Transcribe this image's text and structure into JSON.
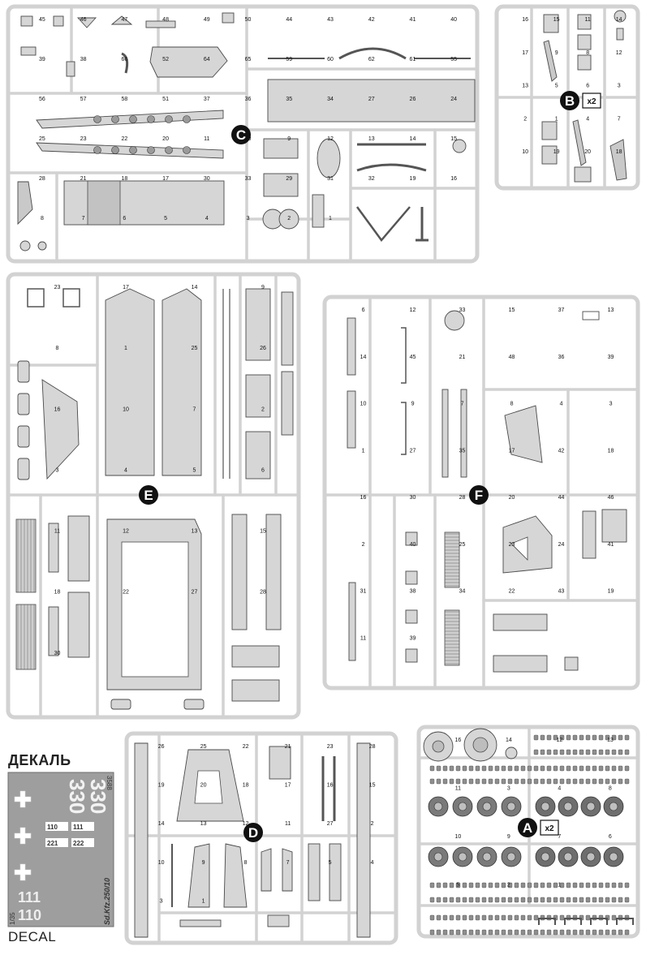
{
  "sprues": [
    {
      "id": "C",
      "label": "C",
      "x": [
        10,
        588
      ],
      "y": [
        8,
        322
      ],
      "multiplier": "",
      "numbers": [
        "45",
        "46",
        "47",
        "48",
        "49",
        "50",
        "44",
        "43",
        "42",
        "41",
        "40",
        "39",
        "38",
        "66",
        "52",
        "64",
        "65",
        "59",
        "60",
        "62",
        "61",
        "55",
        "56",
        "57",
        "58",
        "51",
        "37",
        "36",
        "35",
        "34",
        "27",
        "26",
        "24",
        "25",
        "23",
        "22",
        "20",
        "11",
        "10",
        "9",
        "12",
        "13",
        "14",
        "15",
        "28",
        "21",
        "18",
        "17",
        "30",
        "33",
        "29",
        "31",
        "32",
        "19",
        "16",
        "8",
        "7",
        "6",
        "5",
        "4",
        "3",
        "2",
        "1"
      ]
    },
    {
      "id": "B",
      "label": "B",
      "x": [
        612,
        786
      ],
      "y": [
        8,
        232
      ],
      "multiplier": "x2",
      "numbers": [
        "16",
        "15",
        "11",
        "14",
        "17",
        "9",
        "8",
        "12",
        "13",
        "5",
        "6",
        "3",
        "2",
        "1",
        "4",
        "7",
        "10",
        "19",
        "20",
        "18"
      ]
    },
    {
      "id": "E",
      "label": "E",
      "x": [
        10,
        368
      ],
      "y": [
        338,
        884
      ],
      "multiplier": "",
      "numbers": [
        "23",
        "17",
        "14",
        "9",
        "8",
        "1",
        "25",
        "26",
        "16",
        "10",
        "7",
        "2",
        "3",
        "4",
        "5",
        "6",
        "11",
        "12",
        "13",
        "15",
        "18",
        "22",
        "27",
        "28",
        "30"
      ]
    },
    {
      "id": "F",
      "label": "F",
      "x": [
        400,
        786
      ],
      "y": [
        366,
        848
      ],
      "multiplier": "",
      "numbers": [
        "6",
        "12",
        "33",
        "15",
        "37",
        "13",
        "14",
        "45",
        "21",
        "48",
        "36",
        "39",
        "10",
        "9",
        "7",
        "8",
        "4",
        "3",
        "1",
        "27",
        "35",
        "17",
        "42",
        "18",
        "16",
        "30",
        "28",
        "20",
        "44",
        "46",
        "2",
        "40",
        "25",
        "23",
        "24",
        "41",
        "31",
        "38",
        "34",
        "22",
        "43",
        "19",
        "11",
        "39"
      ]
    },
    {
      "id": "D",
      "label": "D",
      "x": [
        156,
        488
      ],
      "y": [
        904,
        1162
      ],
      "multiplier": "",
      "numbers": [
        "26",
        "25",
        "22",
        "21",
        "23",
        "28",
        "19",
        "20",
        "18",
        "17",
        "16",
        "15",
        "14",
        "13",
        "12",
        "11",
        "27",
        "2",
        "10",
        "9",
        "8",
        "7",
        "5",
        "4",
        "3",
        "1"
      ]
    },
    {
      "id": "A",
      "label": "A",
      "x": [
        516,
        786
      ],
      "y": [
        896,
        1154
      ],
      "multiplier": "x2",
      "numbers": [
        "16",
        "14",
        "12",
        "13",
        "11",
        "3",
        "4",
        "8",
        "10",
        "9",
        "7",
        "6",
        "5",
        "2",
        "1"
      ]
    }
  ],
  "decal": {
    "title": "ДЕКАЛЬ",
    "subtitle": "DECAL",
    "sheet_code": "3588",
    "scale": "1/35",
    "vehicle": "Sd.Kfz.250/10",
    "markings": [
      "330",
      "110",
      "221",
      "111",
      "222"
    ]
  }
}
